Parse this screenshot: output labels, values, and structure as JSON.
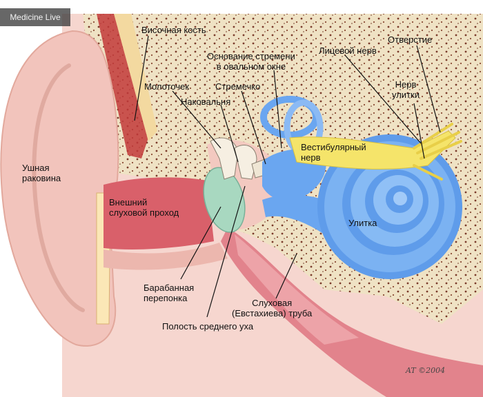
{
  "watermark": "Medicine Live",
  "signature": "AT ©2004",
  "labels": {
    "temporal_bone": "Височная кость",
    "stapes_base": "Основание стремени\nв овальном окне",
    "facial_nerve": "Лицевой нерв",
    "opening": "Отверстие",
    "malleus": "Молоточек",
    "stapes": "Стремечко",
    "incus": "Наковальня",
    "cochlear_nerve": "Нерв\nулитки",
    "vestibular_nerve": "Вестибулярный\nнерв",
    "auricle": "Ушная\nраковина",
    "ear_canal": "Внешний\nслуховой проход",
    "cochlea": "Улитка",
    "eardrum": "Барабанная\nперепонка",
    "eustachian_tube": "Слуховая\n(Евстахиева) труба",
    "middle_ear": "Полость среднего уха"
  },
  "colors": {
    "skin": "#f2c4bc",
    "bone": "#f0e3c4",
    "bone_pores": "#7a3a2a",
    "canal": "#d9606a",
    "eardrum": "#a8d8c0",
    "cochlea": "#6aa6f0",
    "nerve": "#f5e46a",
    "tube": "#e07a84"
  }
}
